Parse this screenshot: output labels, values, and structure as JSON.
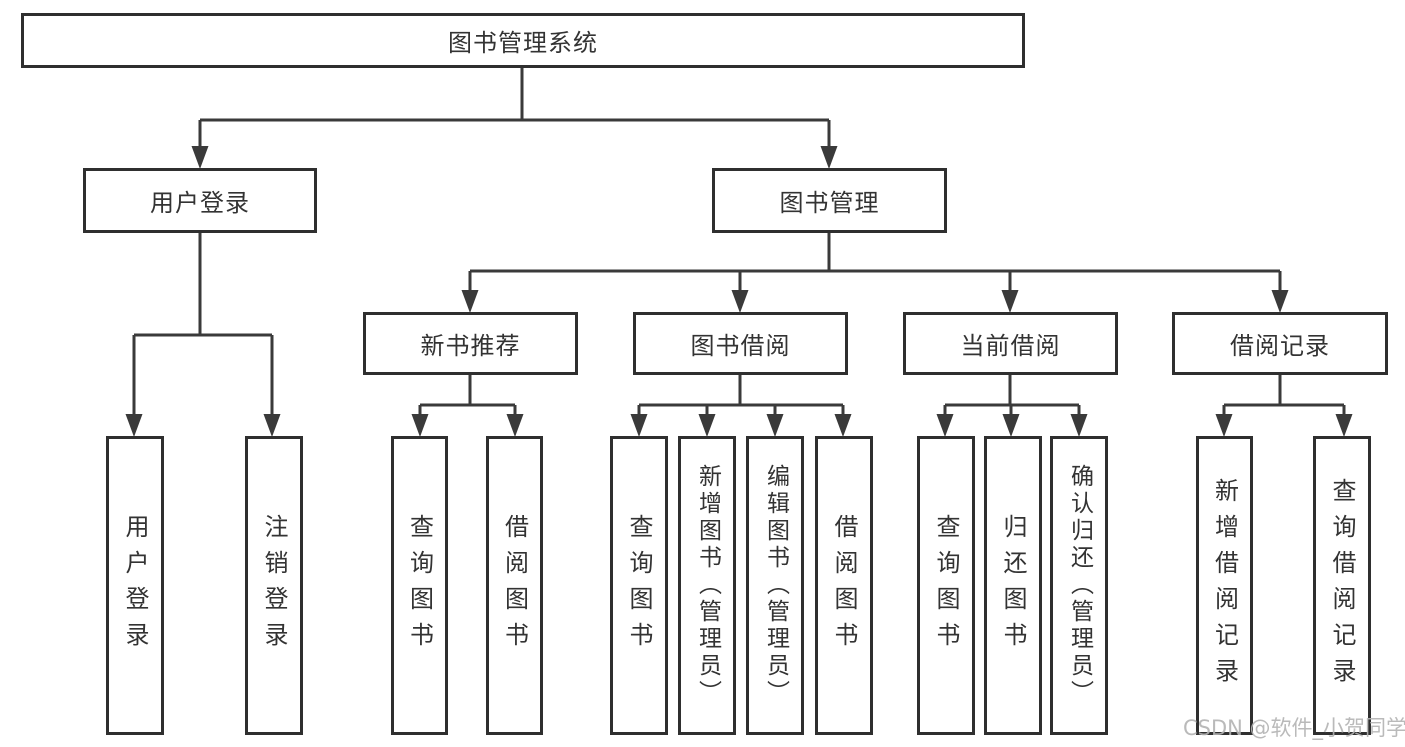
{
  "diagram_title": "图书管理系统",
  "tree": {
    "label": "图书管理系统",
    "children": [
      {
        "label": "用户登录",
        "children": [
          {
            "label": "用户登录"
          },
          {
            "label": "注销登录"
          }
        ]
      },
      {
        "label": "图书管理",
        "children": [
          {
            "label": "新书推荐",
            "children": [
              {
                "label": "查询图书"
              },
              {
                "label": "借阅图书"
              }
            ]
          },
          {
            "label": "图书借阅",
            "children": [
              {
                "label": "查询图书"
              },
              {
                "label": "新增图书（管理员）"
              },
              {
                "label": "编辑图书（管理员）"
              },
              {
                "label": "借阅图书"
              }
            ]
          },
          {
            "label": "当前借阅",
            "children": [
              {
                "label": "查询图书"
              },
              {
                "label": "归还图书"
              },
              {
                "label": "确认归还（管理员）"
              }
            ]
          },
          {
            "label": "借阅记录",
            "children": [
              {
                "label": "新增借阅记录"
              },
              {
                "label": "查询借阅记录"
              }
            ]
          }
        ]
      }
    ]
  },
  "watermark": "CSDN @软件_小贺同学",
  "colors": {
    "line": "#3a3a3a",
    "box_border": "#2f2f2f",
    "text": "#333333",
    "background": "#ffffff",
    "watermark": "#b3b3b3"
  }
}
